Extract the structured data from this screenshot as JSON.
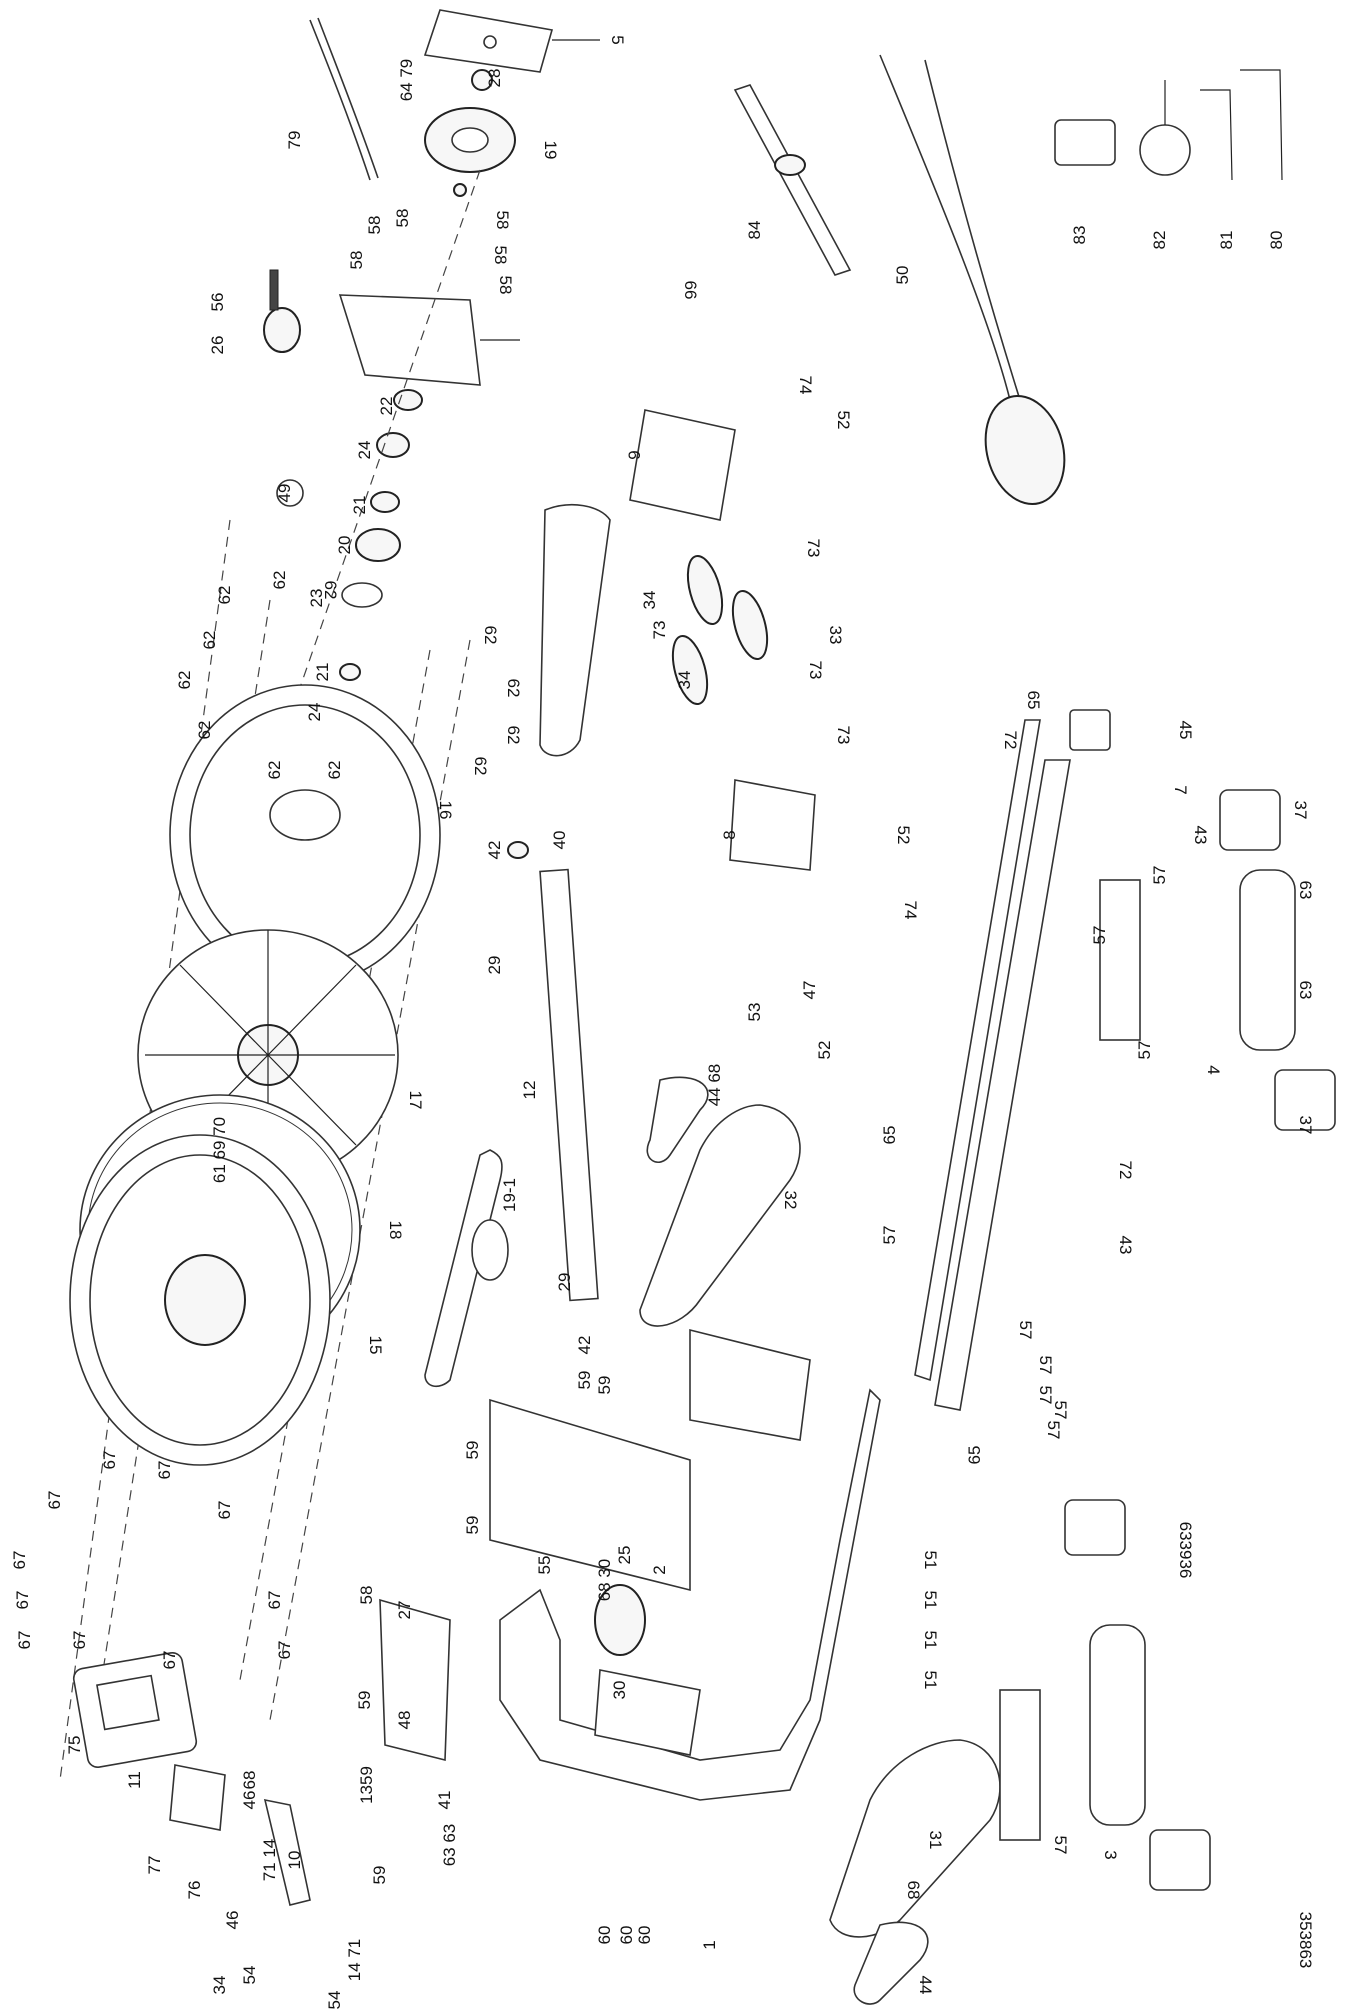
{
  "diagram": {
    "labels": [
      {
        "id": "5",
        "text": "5"
      },
      {
        "id": "64-79",
        "text": "64 79"
      },
      {
        "id": "28",
        "text": "28"
      },
      {
        "id": "79",
        "text": "79"
      },
      {
        "id": "19",
        "text": "19"
      },
      {
        "id": "58a",
        "text": "58"
      },
      {
        "id": "58b",
        "text": "58"
      },
      {
        "id": "58c",
        "text": "58"
      },
      {
        "id": "58d",
        "text": "58"
      },
      {
        "id": "58e",
        "text": "58"
      },
      {
        "id": "58f",
        "text": "58"
      },
      {
        "id": "56",
        "text": "56"
      },
      {
        "id": "26",
        "text": "26"
      },
      {
        "id": "22",
        "text": "22"
      },
      {
        "id": "24a",
        "text": "24"
      },
      {
        "id": "49",
        "text": "49"
      },
      {
        "id": "21a",
        "text": "21"
      },
      {
        "id": "20",
        "text": "20"
      },
      {
        "id": "23",
        "text": "23"
      },
      {
        "id": "21b",
        "text": "21"
      },
      {
        "id": "24b",
        "text": "24"
      },
      {
        "id": "62a",
        "text": "62"
      },
      {
        "id": "62b",
        "text": "62"
      },
      {
        "id": "62c",
        "text": "62"
      },
      {
        "id": "62d",
        "text": "62"
      },
      {
        "id": "62e",
        "text": "62"
      },
      {
        "id": "62f",
        "text": "62"
      },
      {
        "id": "62g",
        "text": "62"
      },
      {
        "id": "62h",
        "text": "62"
      },
      {
        "id": "62i",
        "text": "62"
      },
      {
        "id": "62j",
        "text": "62"
      },
      {
        "id": "62k",
        "text": "62"
      },
      {
        "id": "62l",
        "text": "62"
      },
      {
        "id": "16",
        "text": "16"
      },
      {
        "id": "17",
        "text": "17"
      },
      {
        "id": "18",
        "text": "18"
      },
      {
        "id": "15",
        "text": "15"
      },
      {
        "id": "61-69-70",
        "text": "61 69 70"
      },
      {
        "id": "67a",
        "text": "67"
      },
      {
        "id": "67b",
        "text": "67"
      },
      {
        "id": "67c",
        "text": "67"
      },
      {
        "id": "67d",
        "text": "67"
      },
      {
        "id": "67e",
        "text": "67"
      },
      {
        "id": "67f",
        "text": "67"
      },
      {
        "id": "67g",
        "text": "67"
      },
      {
        "id": "67h",
        "text": "67"
      },
      {
        "id": "67i",
        "text": "67"
      },
      {
        "id": "67j",
        "text": "67"
      },
      {
        "id": "67k",
        "text": "67"
      },
      {
        "id": "84",
        "text": "84"
      },
      {
        "id": "50",
        "text": "50"
      },
      {
        "id": "83",
        "text": "83"
      },
      {
        "id": "82",
        "text": "82"
      },
      {
        "id": "81",
        "text": "81"
      },
      {
        "id": "80",
        "text": "80"
      },
      {
        "id": "66",
        "text": "66"
      },
      {
        "id": "74a",
        "text": "74"
      },
      {
        "id": "52a",
        "text": "52"
      },
      {
        "id": "9",
        "text": "9"
      },
      {
        "id": "73a",
        "text": "73"
      },
      {
        "id": "73b",
        "text": "73"
      },
      {
        "id": "73c",
        "text": "73"
      },
      {
        "id": "73d",
        "text": "73"
      },
      {
        "id": "34a",
        "text": "34"
      },
      {
        "id": "34b",
        "text": "34"
      },
      {
        "id": "33",
        "text": "33"
      },
      {
        "id": "40",
        "text": "40"
      },
      {
        "id": "8",
        "text": "8"
      },
      {
        "id": "52b",
        "text": "52"
      },
      {
        "id": "74b",
        "text": "74"
      },
      {
        "id": "53",
        "text": "53"
      },
      {
        "id": "47",
        "text": "47"
      },
      {
        "id": "52c",
        "text": "52"
      },
      {
        "id": "42a",
        "text": "42"
      },
      {
        "id": "29a",
        "text": "29"
      },
      {
        "id": "12",
        "text": "12"
      },
      {
        "id": "29b",
        "text": "29"
      },
      {
        "id": "42b",
        "text": "42"
      },
      {
        "id": "19-1",
        "text": "19-1"
      },
      {
        "id": "44-68",
        "text": "44 68"
      },
      {
        "id": "32",
        "text": "32"
      },
      {
        "id": "65a",
        "text": "65"
      },
      {
        "id": "72a",
        "text": "72"
      },
      {
        "id": "45",
        "text": "45"
      },
      {
        "id": "7",
        "text": "7"
      },
      {
        "id": "37a",
        "text": "37"
      },
      {
        "id": "43a",
        "text": "43"
      },
      {
        "id": "57a",
        "text": "57"
      },
      {
        "id": "57b",
        "text": "57"
      },
      {
        "id": "57c",
        "text": "57"
      },
      {
        "id": "63a",
        "text": "63"
      },
      {
        "id": "63b",
        "text": "63"
      },
      {
        "id": "4",
        "text": "4"
      },
      {
        "id": "37b",
        "text": "37"
      },
      {
        "id": "65b",
        "text": "65"
      },
      {
        "id": "57d",
        "text": "57"
      },
      {
        "id": "72b",
        "text": "72"
      },
      {
        "id": "43b",
        "text": "43"
      },
      {
        "id": "57e",
        "text": "57"
      },
      {
        "id": "57f",
        "text": "57"
      },
      {
        "id": "57g",
        "text": "57"
      },
      {
        "id": "57h",
        "text": "57"
      },
      {
        "id": "57i",
        "text": "57"
      },
      {
        "id": "65c",
        "text": "65"
      },
      {
        "id": "59a",
        "text": "59"
      },
      {
        "id": "59b",
        "text": "59"
      },
      {
        "id": "59c",
        "text": "59"
      },
      {
        "id": "59d",
        "text": "59"
      },
      {
        "id": "2",
        "text": "2"
      },
      {
        "id": "55",
        "text": "55"
      },
      {
        "id": "68-30",
        "text": "68 30"
      },
      {
        "id": "25",
        "text": "25"
      },
      {
        "id": "30",
        "text": "30"
      },
      {
        "id": "58g",
        "text": "58"
      },
      {
        "id": "27",
        "text": "27"
      },
      {
        "id": "59e",
        "text": "59"
      },
      {
        "id": "48",
        "text": "48"
      },
      {
        "id": "1359",
        "text": "1359"
      },
      {
        "id": "41",
        "text": "41"
      },
      {
        "id": "63-63",
        "text": "63 63"
      },
      {
        "id": "59f",
        "text": "59"
      },
      {
        "id": "51a",
        "text": "51"
      },
      {
        "id": "51b",
        "text": "51"
      },
      {
        "id": "51c",
        "text": "51"
      },
      {
        "id": "51d",
        "text": "51"
      },
      {
        "id": "363936",
        "text": "633936"
      },
      {
        "id": "75",
        "text": "75"
      },
      {
        "id": "11",
        "text": "11"
      },
      {
        "id": "68b",
        "text": "68"
      },
      {
        "id": "46a",
        "text": "46"
      },
      {
        "id": "7114a",
        "text": "71 14"
      },
      {
        "id": "10",
        "text": "10"
      },
      {
        "id": "77",
        "text": "77"
      },
      {
        "id": "76",
        "text": "76"
      },
      {
        "id": "46b",
        "text": "46"
      },
      {
        "id": "54a",
        "text": "54"
      },
      {
        "id": "34c",
        "text": "34"
      },
      {
        "id": "1471",
        "text": "14 71"
      },
      {
        "id": "54b",
        "text": "54"
      },
      {
        "id": "60a",
        "text": "60"
      },
      {
        "id": "60b",
        "text": "60"
      },
      {
        "id": "60c",
        "text": "60"
      },
      {
        "id": "1",
        "text": "1"
      },
      {
        "id": "31",
        "text": "31"
      },
      {
        "id": "68c",
        "text": "68"
      },
      {
        "id": "44",
        "text": "44"
      },
      {
        "id": "3",
        "text": "3"
      },
      {
        "id": "57j",
        "text": "57"
      },
      {
        "id": "353863",
        "text": "353863"
      }
    ]
  }
}
